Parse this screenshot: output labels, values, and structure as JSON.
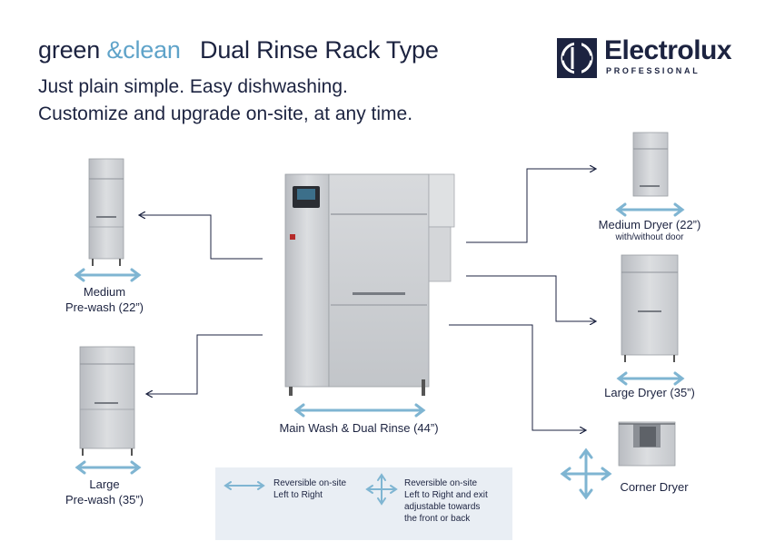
{
  "header": {
    "title_green": "green",
    "title_clean": "&clean",
    "title_product": "Dual Rinse Rack Type",
    "subtitle_line1": "Just plain simple. Easy dishwashing.",
    "subtitle_line2": "Customize and upgrade on-site, at any time."
  },
  "brand": {
    "name": "Electrolux",
    "tagline": "PROFESSIONAL",
    "color": "#1c2340"
  },
  "modules": {
    "medium_prewash": {
      "line1": "Medium",
      "line2": "Pre-wash (22”)"
    },
    "large_prewash": {
      "line1": "Large",
      "line2": "Pre-wash (35”)"
    },
    "main_wash": {
      "label": "Main Wash & Dual Rinse (44”)"
    },
    "medium_dryer": {
      "label": "Medium Dryer (22”)",
      "note": "with/without door"
    },
    "large_dryer": {
      "label": "Large Dryer (35”)"
    },
    "corner_dryer": {
      "label": "Corner Dryer"
    }
  },
  "legend": {
    "reversible_lr_line1": "Reversible on-site",
    "reversible_lr_line2": "Left to Right",
    "reversible_exit_line1": "Reversible on-site",
    "reversible_exit_line2": "Left to Right and exit",
    "reversible_exit_line3": "adjustable towards",
    "reversible_exit_line4": "the front or back"
  },
  "colors": {
    "arrow_blue": "#7fb5d2",
    "connector": "#1c2340",
    "steel": "#c9cbcf",
    "legend_bg": "#e9eef4"
  },
  "icons": [
    "electrolux-logo-icon",
    "double-arrow-horizontal-icon",
    "four-way-arrow-icon"
  ]
}
